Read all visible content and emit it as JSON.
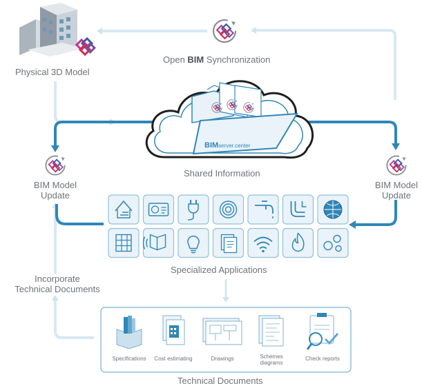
{
  "labels": {
    "physical_model": "Physical 3D Model",
    "sync_prefix": "Open ",
    "sync_bold": "BIM",
    "sync_suffix": " Synchronization",
    "shared_information": "Shared Information",
    "cloud_brand_bold": "BIM",
    "cloud_brand_rest": "server.center",
    "left_update_line1": "BIM Model",
    "left_update_line2": "Update",
    "right_update_line1": "BIM Model",
    "right_update_line2": "Update",
    "specialized_applications": "Specialized Applications",
    "incorporate_line1": "Incorporate",
    "incorporate_line2": "Technical Documents",
    "technical_documents": "Technical Documents"
  },
  "applications": [
    {
      "icon": "building-energy-icon"
    },
    {
      "icon": "electrical-panel-icon"
    },
    {
      "icon": "plug-icon"
    },
    {
      "icon": "coil-icon"
    },
    {
      "icon": "faucet-icon"
    },
    {
      "icon": "pipes-icon"
    },
    {
      "icon": "globe-icon"
    },
    {
      "icon": "structure-icon"
    },
    {
      "icon": "acoustics-icon"
    },
    {
      "icon": "light-bulb-icon"
    },
    {
      "icon": "documents-icon"
    },
    {
      "icon": "wifi-icon"
    },
    {
      "icon": "fire-icon"
    },
    {
      "icon": "bubbles-icon"
    }
  ],
  "documents": [
    {
      "label": "Specifications",
      "icon": "specifications-icon"
    },
    {
      "label": "Cost estimating",
      "icon": "cost-estimating-icon"
    },
    {
      "label": "Drawings",
      "icon": "drawings-icon"
    },
    {
      "label": "Schemes\ndiagrams",
      "icon": "schemes-diagrams-icon"
    },
    {
      "label": "Check reports",
      "icon": "check-reports-icon"
    }
  ],
  "colors": {
    "accent": "#2f87b8",
    "light_arrow": "#d4e6f1",
    "box_stroke": "#8fc1db",
    "text": "#6f7378"
  }
}
